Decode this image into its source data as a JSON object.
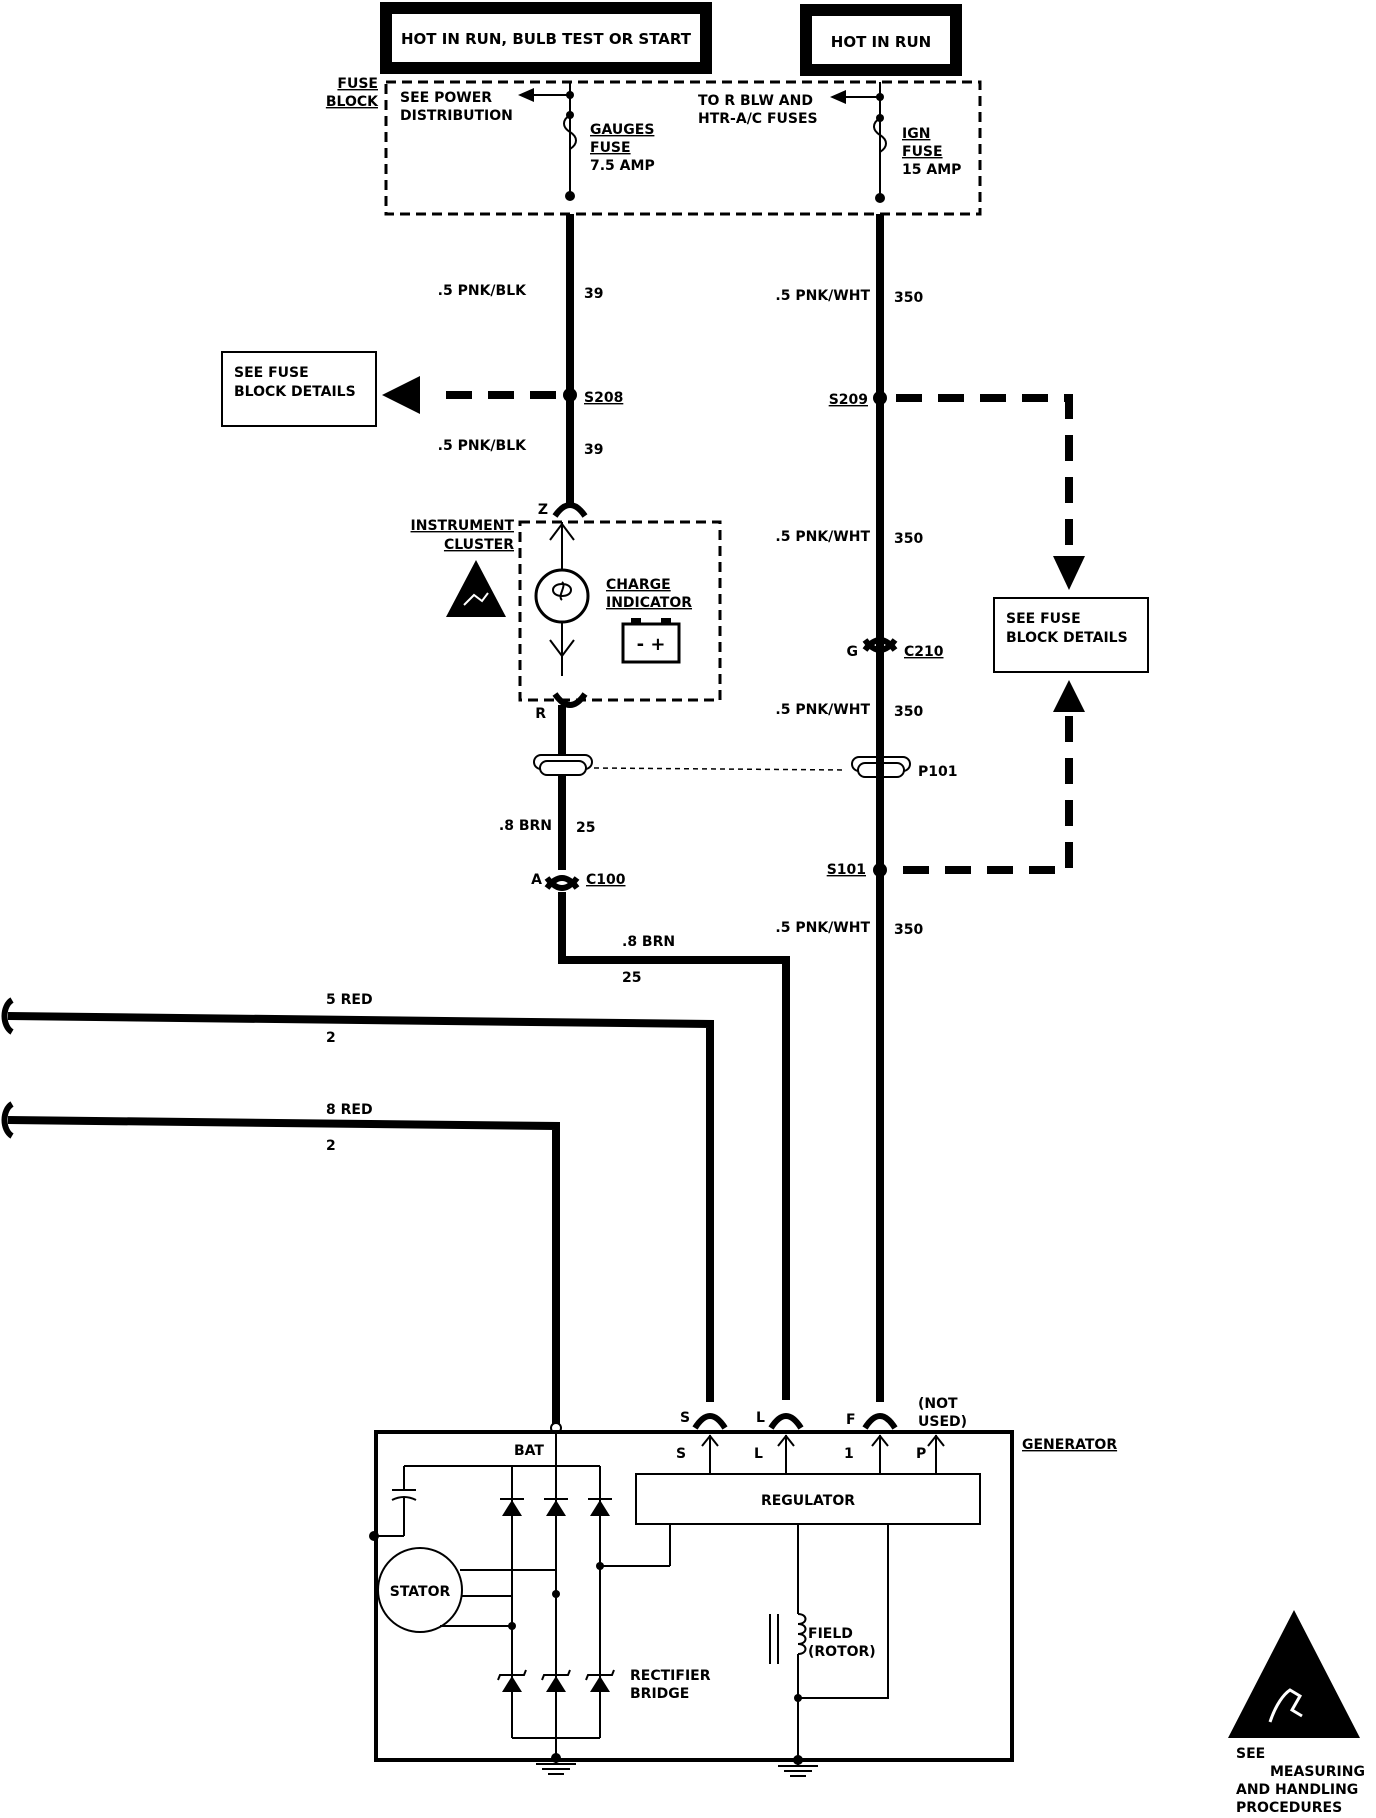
{
  "header": {
    "left_label": "HOT IN RUN, BULB TEST OR START",
    "right_label": "HOT IN RUN"
  },
  "fuse_block": {
    "label_line1": "FUSE",
    "label_line2": "BLOCK",
    "see_power_line1": "SEE POWER",
    "see_power_line2": "DISTRIBUTION",
    "to_r_blw_line1": "TO R BLW AND",
    "to_r_blw_line2": "HTR-A/C FUSES",
    "gauges_fuse_line1": "GAUGES",
    "gauges_fuse_line2": "FUSE",
    "gauges_fuse_line3": "7.5 AMP",
    "ign_fuse_line1": "IGN",
    "ign_fuse_line2": "FUSE",
    "ign_fuse_line3": "15 AMP"
  },
  "wires": {
    "w_pnk_blk_1": ".5 PNK/BLK",
    "w_pnk_blk_1_num": "39",
    "w_pnk_blk_2": ".5 PNK/BLK",
    "w_pnk_blk_2_num": "39",
    "w_pnk_wht_1": ".5 PNK/WHT",
    "w_pnk_wht_1_num": "350",
    "w_pnk_wht_2": ".5 PNK/WHT",
    "w_pnk_wht_2_num": "350",
    "w_pnk_wht_3": ".5 PNK/WHT",
    "w_pnk_wht_3_num": "350",
    "w_pnk_wht_4": ".5 PNK/WHT",
    "w_pnk_wht_4_num": "350",
    "w_brn_1": ".8 BRN",
    "w_brn_1_num": "25",
    "w_brn_2": ".8 BRN",
    "w_brn_2_num": "25",
    "w_red_5": "5 RED",
    "w_red_5_num": "2",
    "w_red_8": "8 RED",
    "w_red_8_num": "2"
  },
  "splices": {
    "s208": "S208",
    "s209": "S209",
    "s101": "S101",
    "p101": "P101"
  },
  "connectors": {
    "z": "Z",
    "r": "R",
    "g": "G",
    "c210": "C210",
    "a": "A",
    "c100": "C100"
  },
  "references": {
    "see_fuse_left_line1": "SEE FUSE",
    "see_fuse_left_line2": "BLOCK DETAILS",
    "see_fuse_right_line1": "SEE FUSE",
    "see_fuse_right_line2": "BLOCK DETAILS"
  },
  "instrument_cluster": {
    "label_line1": "INSTRUMENT",
    "label_line2": "CLUSTER",
    "charge_line1": "CHARGE",
    "charge_line2": "INDICATOR",
    "battery_symbol": "- +"
  },
  "generator": {
    "label": "GENERATOR",
    "bat": "BAT",
    "regulator": "REGULATOR",
    "stator": "STATOR",
    "field_line1": "FIELD",
    "field_line2": "(ROTOR)",
    "rectifier_line1": "RECTIFIER",
    "rectifier_line2": "BRIDGE",
    "terminal_s_top": "S",
    "terminal_l_top": "L",
    "terminal_f_top": "F",
    "not_used_line1": "(NOT",
    "not_used_line2": "USED)",
    "terminal_s_in": "S",
    "terminal_l_in": "L",
    "terminal_1_in": "1",
    "terminal_p_in": "P"
  },
  "esd_note": {
    "line1": "SEE",
    "line2": "MEASURING",
    "line3": "AND HANDLING",
    "line4": "PROCEDURES"
  }
}
